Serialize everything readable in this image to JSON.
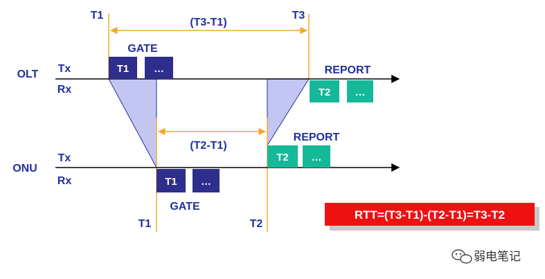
{
  "colors": {
    "label_blue": "#1f2f9a",
    "gate_box": "#2e2e8c",
    "report_box": "#16b89a",
    "propagation_fill": "#c4c6f2",
    "timing_line": "#f0a830",
    "rtt_box": "#ee1111"
  },
  "labels": {
    "t1_top": "T1",
    "t3_top": "T3",
    "t3_minus_t1": "(T3-T1)",
    "gate_top": "GATE",
    "report_top": "REPORT",
    "olt": "OLT",
    "tx_olt": "Tx",
    "rx_olt": "Rx",
    "t2_minus_t1": "(T2-T1)",
    "report_mid": "REPORT",
    "onu": "ONU",
    "tx_onu": "Tx",
    "rx_onu": "Rx",
    "gate_bottom": "GATE",
    "t1_bottom": "T1",
    "t2_bottom": "T2"
  },
  "boxes": {
    "olt_tx_t1": "T1",
    "olt_tx_more": "…",
    "olt_rx_t2": "T2",
    "olt_rx_more": "…",
    "onu_tx_t2": "T2",
    "onu_tx_more": "…",
    "onu_rx_t1": "T1",
    "onu_rx_more": "…"
  },
  "formula": "RTT=(T3-T1)-(T2-T1)=T3-T2",
  "watermark": "弱电笔记",
  "icons": {
    "watermark_icon": "wechat-icon"
  }
}
